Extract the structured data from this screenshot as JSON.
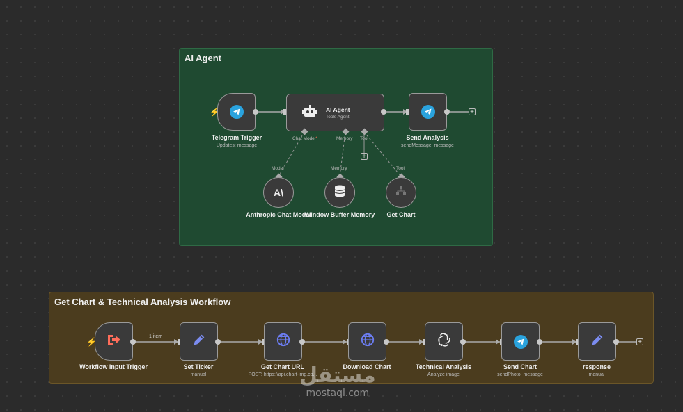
{
  "sticky_agent": {
    "title": "AI Agent"
  },
  "sticky_workflow": {
    "title": "Get Chart & Technical Analysis Workflow"
  },
  "agent_section": {
    "telegram_trigger": {
      "label": "Telegram Trigger",
      "sub": "Updates: message",
      "icon": "telegram-icon"
    },
    "ai_agent": {
      "label": "AI Agent",
      "sub": "Tools Agent",
      "icon": "robot-icon"
    },
    "send_analysis": {
      "label": "Send Analysis",
      "sub": "sendMessage: message",
      "icon": "telegram-icon"
    },
    "ports": {
      "chat_model": "Chat Model",
      "chat_model_required": "*",
      "memory": "Memory",
      "tool": "Tool"
    },
    "anthropic": {
      "label": "Anthropic Chat Model",
      "conn": "Model",
      "icon": "anthropic-icon"
    },
    "memory": {
      "label": "Window Buffer Memory",
      "conn": "Memory",
      "icon": "database-icon"
    },
    "get_chart_tool": {
      "label": "Get Chart",
      "conn": "Tool",
      "icon": "workflow-icon"
    }
  },
  "workflow_section": {
    "nodes": [
      {
        "label": "Workflow Input Trigger",
        "sub": "",
        "icon": "sign-in-icon"
      },
      {
        "label": "Set Ticker",
        "sub": "manual",
        "icon": "pencil-icon"
      },
      {
        "label": "Get Chart URL",
        "sub": "POST: https://api.chart-img.co...",
        "icon": "globe-icon"
      },
      {
        "label": "Download Chart",
        "sub": "",
        "icon": "globe-icon"
      },
      {
        "label": "Technical Analysis",
        "sub": "Analyze image",
        "icon": "openai-icon"
      },
      {
        "label": "Send Chart",
        "sub": "sendPhoto: message",
        "icon": "telegram-icon"
      },
      {
        "label": "response",
        "sub": "manual",
        "icon": "pencil-icon"
      }
    ],
    "edge_label": "1 item"
  },
  "watermark": {
    "arabic": "مستقل",
    "latin": "mostaql.com"
  },
  "colors": {
    "agent_bg": "#1f4a31",
    "workflow_bg": "#4b3c1e",
    "canvas": "#2b2b2b",
    "trigger_bolt": "#ff6d5a",
    "telegram": "#2aa3de",
    "globe": "#5b6ee8"
  }
}
